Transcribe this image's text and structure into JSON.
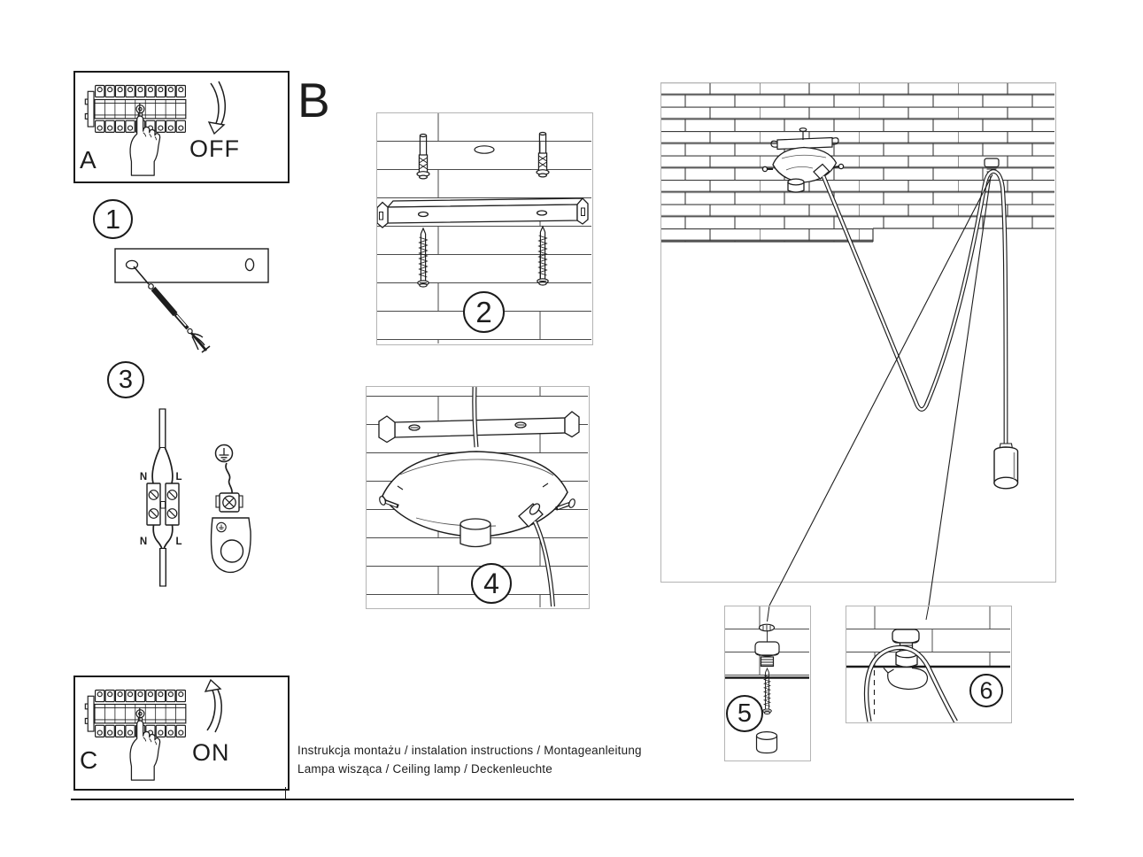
{
  "sheet": {
    "section_labels": {
      "a": "A",
      "b": "B",
      "c": "C"
    },
    "breaker_states": {
      "off": "OFF",
      "on": "ON"
    },
    "steps": {
      "s1": "1",
      "s2": "2",
      "s3": "3",
      "s4": "4",
      "s5": "5",
      "s6": "6"
    },
    "wiring_labels": {
      "top_n": "N",
      "top_l": "L",
      "bottom_n": "N",
      "bottom_l": "L"
    },
    "footer": {
      "line1": "Instrukcja montażu / instalation instructions / Montageanleitung",
      "line2": "Lampa wisząca / Ceiling lamp / Deckenleuchte"
    },
    "colors": {
      "ink": "#1d1d1d",
      "frame_light": "#b4b4b4",
      "mortar_gray": "#aaaaaa",
      "paper": "#ffffff"
    },
    "illustrations": [
      "circuit-breaker-panel",
      "pointing-hand",
      "curved-arrow-down",
      "curved-arrow-up",
      "mounting-plate-with-steel-cable",
      "terminal-block-wiring",
      "ground-symbol",
      "grounding-lug",
      "brick-ceiling",
      "wall-plug",
      "mounting-bracket",
      "mounting-screw",
      "ceiling-canopy",
      "cable-gland",
      "ceiling-hook",
      "cable-swag",
      "pendant-socket",
      "rotation-arrow"
    ]
  }
}
